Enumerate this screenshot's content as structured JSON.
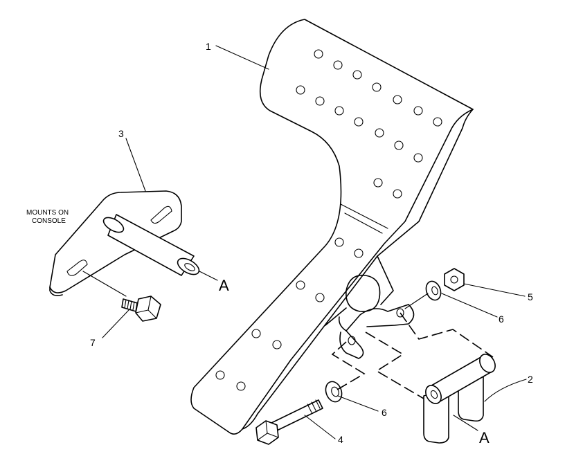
{
  "callouts": {
    "c1": "1",
    "c2": "2",
    "c3": "3",
    "c4": "4",
    "c5": "5",
    "c6a": "6",
    "c6b": "6",
    "c7": "7"
  },
  "reference_letters": {
    "a_bracket": "A",
    "a_pivot": "A"
  },
  "note": {
    "line1": "MOUNTS ON",
    "line2": "CONSOLE"
  }
}
